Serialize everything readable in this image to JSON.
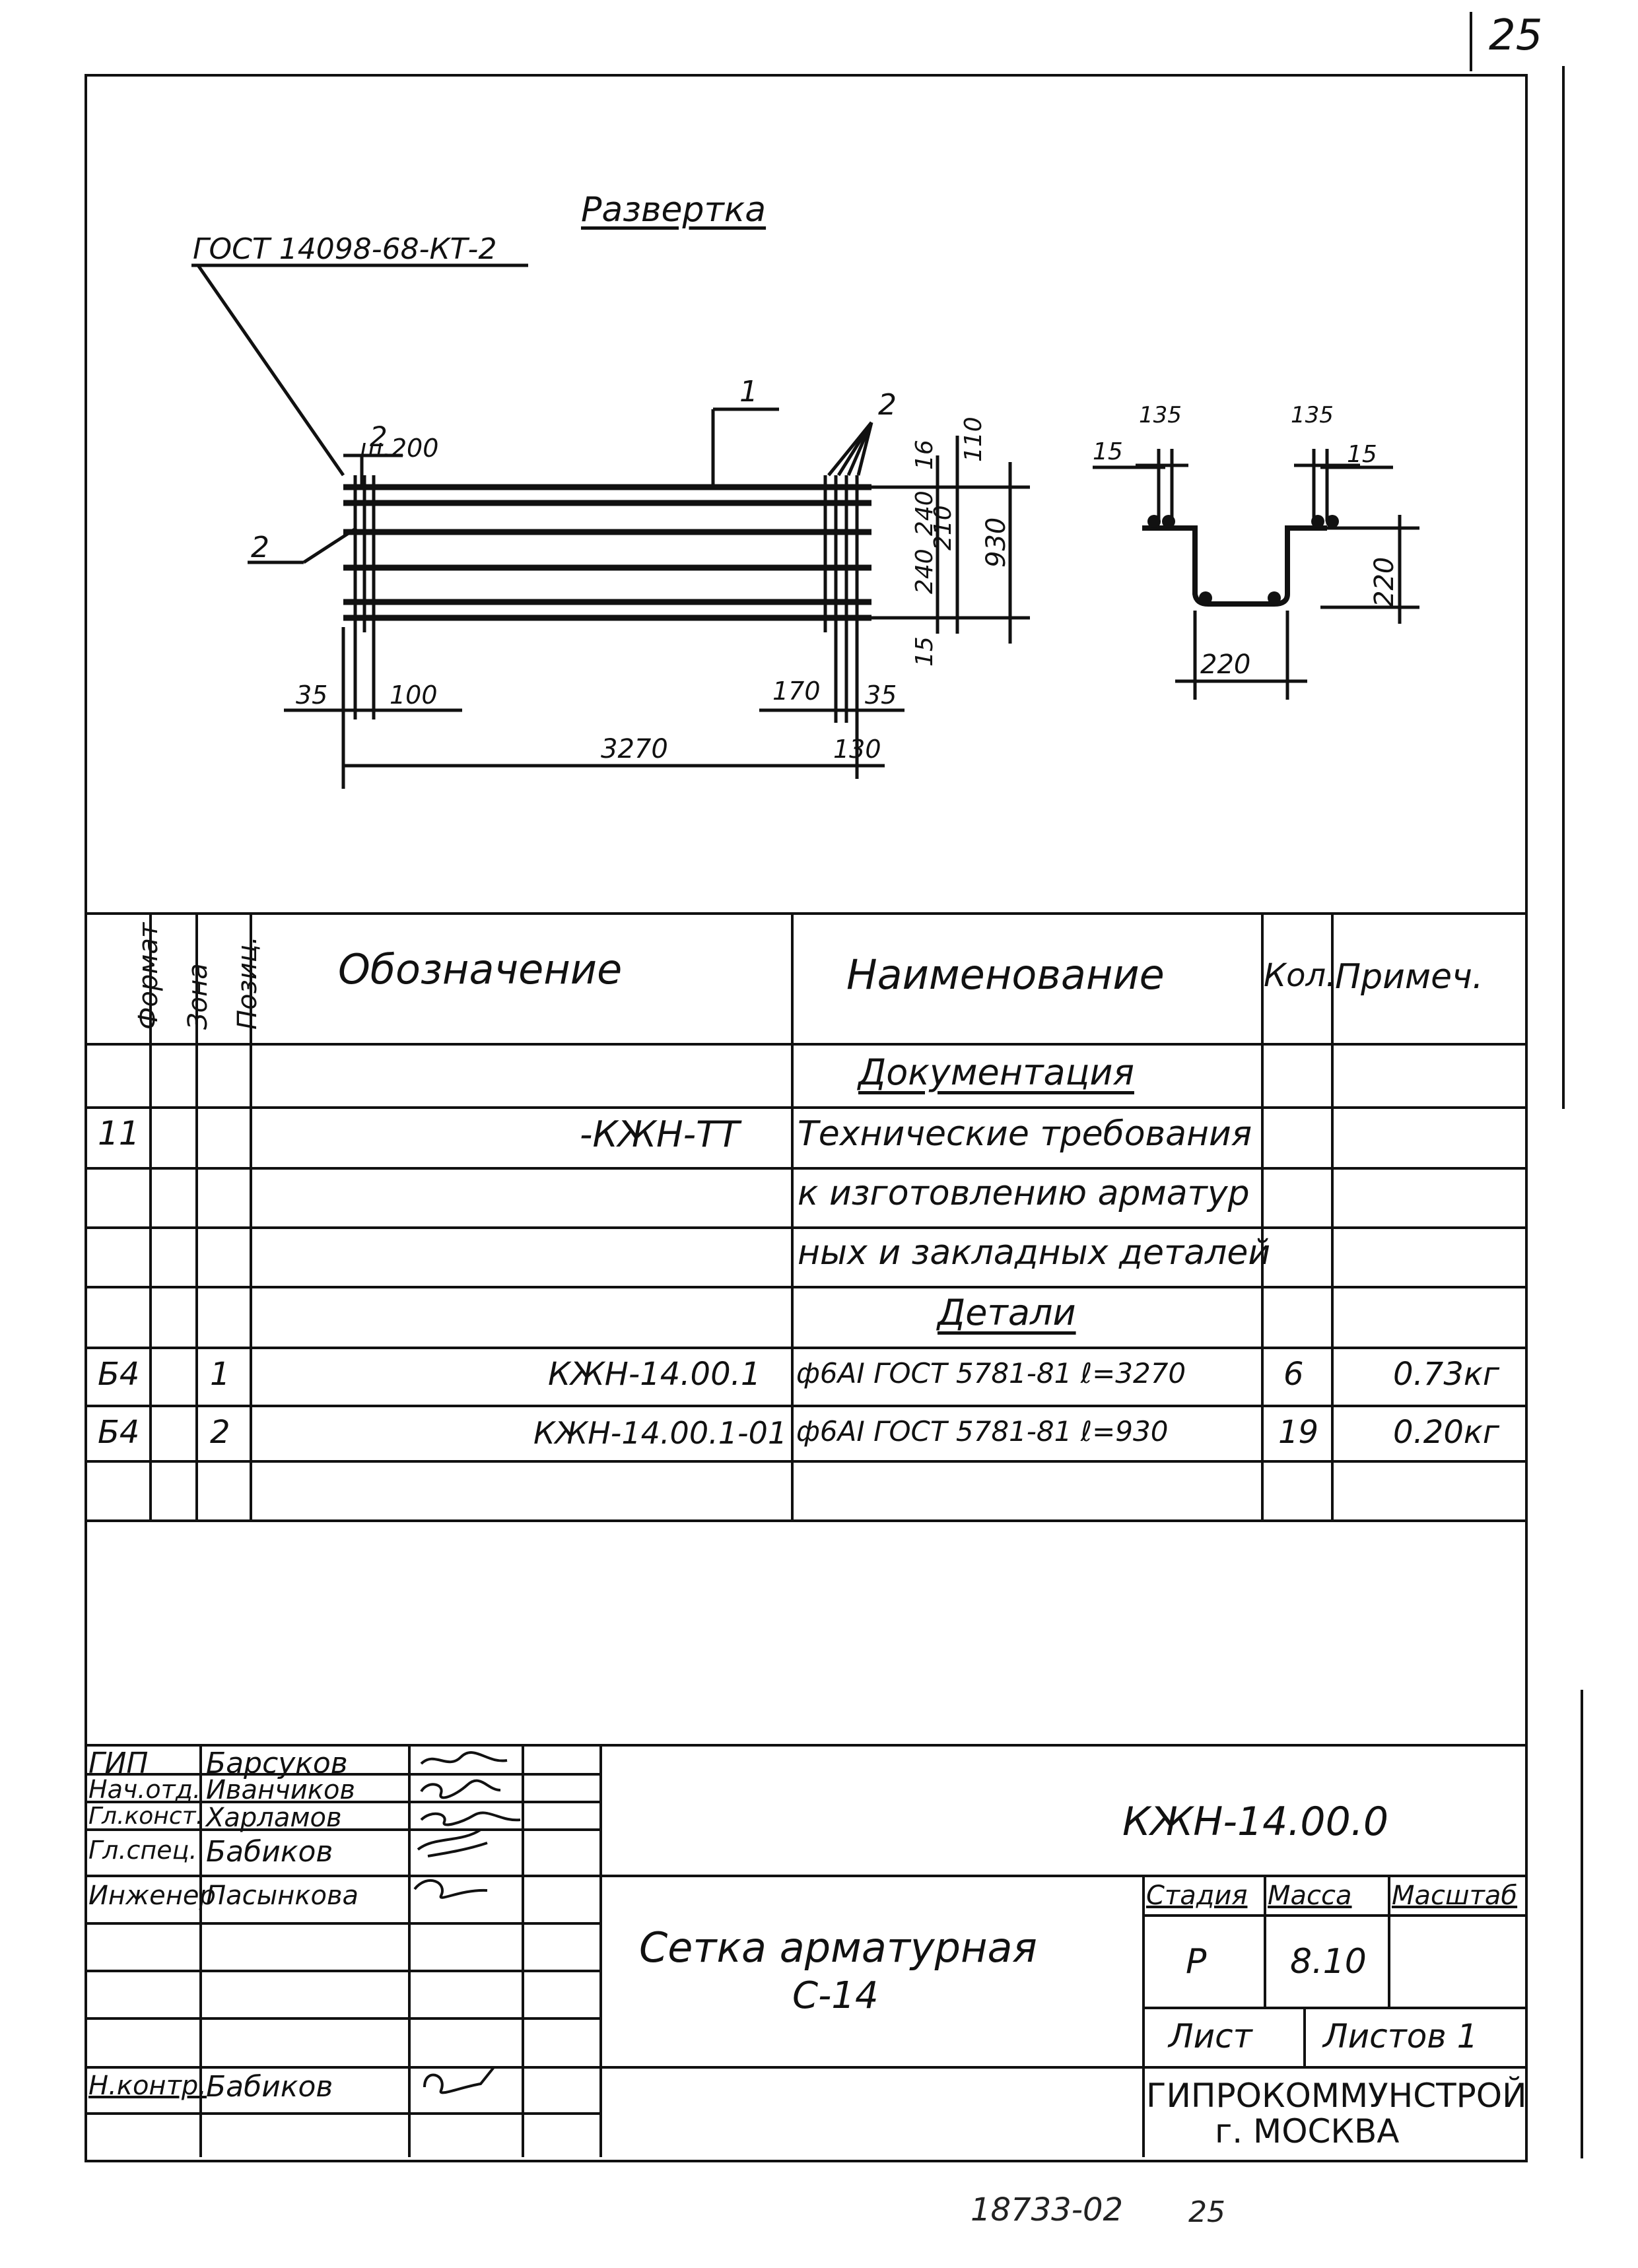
{
  "page_number": "25",
  "drawing": {
    "title": "Развертка",
    "gost_label": "ГОСТ 14098-68-КТ-2",
    "labels": {
      "pos2_top_left": "2",
      "spacing": "ш.200",
      "pos2_left": "2",
      "pos1": "1",
      "pos2_top_right": "2"
    },
    "dims_bottom": {
      "d35_left": "35",
      "d100": "100",
      "d3270": "3270",
      "d170": "170",
      "d35_right": "35",
      "d130": "130"
    },
    "dims_right": {
      "d16": "16",
      "d110": "110",
      "d240a": "240",
      "d210": "210",
      "d240b": "240",
      "d930": "930",
      "d15": "15"
    },
    "section": {
      "d135_left": "135",
      "d135_right": "135",
      "d15_left": "15",
      "d15_right": "15",
      "d220_h": "220",
      "d220_v": "220"
    }
  },
  "spec_table": {
    "headers": {
      "format": "Формат",
      "zone": "Зона",
      "position": "Позиц.",
      "designation": "Обозначение",
      "name": "Наименование",
      "qty": "Кол.",
      "note": "Примеч."
    },
    "section_documentation": "Документация",
    "doc_row": {
      "format": "11",
      "designation": "-КЖН-ТТ"
    },
    "doc_name_lines": [
      "Технические требования",
      "к изготовлению арматур",
      "ных и закладных деталей"
    ],
    "section_details": "Детали",
    "rows": [
      {
        "format": "Б4",
        "position": "1",
        "designation": "КЖН-14.00.1",
        "name": "ф6АI ГОСТ 5781-81 ℓ=3270",
        "qty": "6",
        "note": "0.73кг"
      },
      {
        "format": "Б4",
        "position": "2",
        "designation": "КЖН-14.00.1-01",
        "name": "ф6АI ГОСТ 5781-81 ℓ=930",
        "qty": "19",
        "note": "0.20кг"
      }
    ]
  },
  "stamp": {
    "people": [
      {
        "role": "ГИП",
        "name": "Барсуков"
      },
      {
        "role": "Нач.отд.",
        "name": "Иванчиков"
      },
      {
        "role": "Гл.конст.",
        "name": "Харламов"
      },
      {
        "role": "Гл.спец.",
        "name": "Бабиков"
      },
      {
        "role": "Инженер",
        "name": "Пасынкова"
      }
    ],
    "normcontrol": {
      "role": "Н.контр.",
      "name": "Бабиков"
    },
    "doc_code": "КЖН-14.00.0",
    "title_line1": "Сетка арматурная",
    "title_line2": "С-14",
    "stage_label": "Стадия",
    "mass_label": "Масса",
    "scale_label": "Масштаб",
    "stage_value": "Р",
    "mass_value": "8.10",
    "sheet_label": "Лист",
    "sheets_label": "Листов 1",
    "org_line1": "ГИПРОКОММУНСТРОЙ",
    "org_line2": "г. МОСКВА"
  },
  "footer_number": "18733-02",
  "footer_page": "25"
}
